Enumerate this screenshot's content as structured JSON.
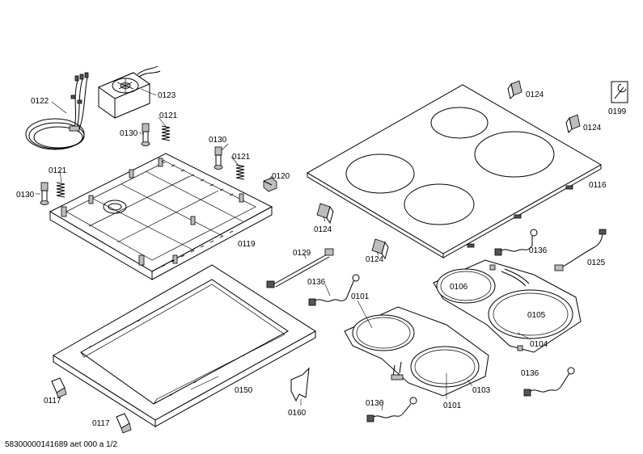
{
  "document_code": "58300000141689 aet 000 a 1/2",
  "parts": [
    {
      "id": "p0122",
      "number": "0122"
    },
    {
      "id": "p0123",
      "number": "0123"
    },
    {
      "id": "p0121a",
      "number": "0121"
    },
    {
      "id": "p0130a",
      "number": "0130"
    },
    {
      "id": "p0130b",
      "number": "0130"
    },
    {
      "id": "p0121b",
      "number": "0121"
    },
    {
      "id": "p0121c",
      "number": "0121"
    },
    {
      "id": "p0130c",
      "number": "0130"
    },
    {
      "id": "p0120",
      "number": "0120"
    },
    {
      "id": "p0119",
      "number": "0119"
    },
    {
      "id": "p0124a",
      "number": "0124"
    },
    {
      "id": "p0124b",
      "number": "0124"
    },
    {
      "id": "p0124c",
      "number": "0124"
    },
    {
      "id": "p0124d",
      "number": "0124"
    },
    {
      "id": "p0199",
      "number": "0199"
    },
    {
      "id": "p0116",
      "number": "0116"
    },
    {
      "id": "p0129",
      "number": "0129"
    },
    {
      "id": "p0136a",
      "number": "0136"
    },
    {
      "id": "p0136b",
      "number": "0136"
    },
    {
      "id": "p0136c",
      "number": "0136"
    },
    {
      "id": "p0136d",
      "number": "0136"
    },
    {
      "id": "p0125",
      "number": "0125"
    },
    {
      "id": "p0106",
      "number": "0106"
    },
    {
      "id": "p0105",
      "number": "0105"
    },
    {
      "id": "p0104",
      "number": "0104"
    },
    {
      "id": "p0101a",
      "number": "0101"
    },
    {
      "id": "p0101b",
      "number": "0101"
    },
    {
      "id": "p0103",
      "number": "0103"
    },
    {
      "id": "p0150",
      "number": "0150"
    },
    {
      "id": "p0160",
      "number": "0160"
    },
    {
      "id": "p0117a",
      "number": "0117"
    },
    {
      "id": "p0117b",
      "number": "0117"
    }
  ]
}
